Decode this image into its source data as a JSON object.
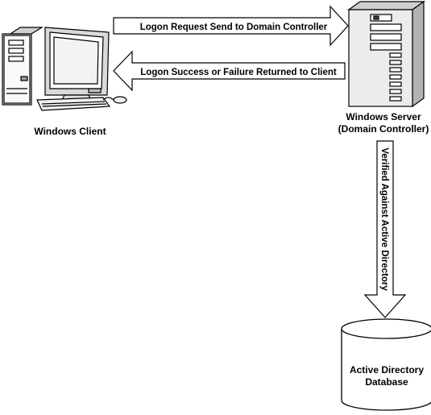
{
  "nodes": {
    "client": {
      "label": "Windows Client"
    },
    "server": {
      "label_line1": "Windows Server",
      "label_line2": "(Domain Controller)"
    },
    "database": {
      "label_line1": "Active Directory",
      "label_line2": "Database"
    }
  },
  "arrows": {
    "request": {
      "label": "Logon Request Send to Domain Controller"
    },
    "response": {
      "label": "Logon Success or Failure Returned to Client"
    },
    "verify": {
      "label": "Verified Against Active Directory"
    }
  }
}
